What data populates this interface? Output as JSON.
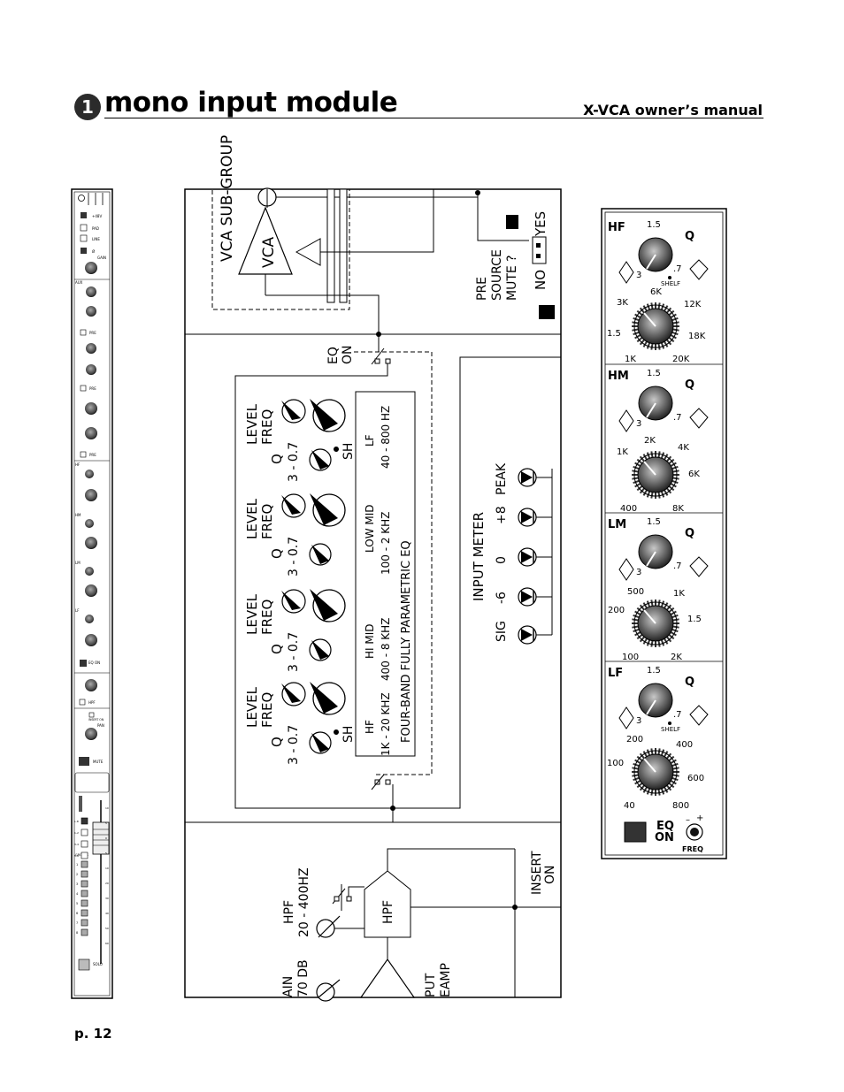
{
  "header": {
    "chapter_number": "1",
    "title": "mono input module",
    "manual_name": "X-VCA owner’s manual"
  },
  "footer": {
    "page_number": "p. 12"
  },
  "strip": {
    "top_buttons": [
      "+48V",
      "PAD",
      "LINE",
      "Ø"
    ],
    "gain_label": "GAIN",
    "aux_label": "AUX",
    "pre_label": "PRE",
    "eq_bands": [
      "HF",
      "HM",
      "LM",
      "LF"
    ],
    "eq_on": "EQ ON",
    "hpf": "HPF",
    "insert_on": "INSERT ON",
    "pan": "PAN",
    "mute": "MUTE",
    "solo": "SOLO",
    "group_label": "GROUPS",
    "groups": [
      "1",
      "2",
      "3",
      "4",
      "5",
      "6",
      "7",
      "8"
    ],
    "lr_labels": [
      "L-R",
      "1-2",
      "3-4",
      "5-6"
    ],
    "scale": [
      "10",
      "5",
      "0",
      "5",
      "10",
      "20",
      "30",
      "40",
      "50",
      "60"
    ]
  },
  "block": {
    "vca_sub": "VCA SUB-GROUP",
    "vca": "VCA",
    "pre_source_mute": [
      "PRE",
      "SOURCE",
      "MUTE ?"
    ],
    "no": "NO",
    "yes": "YES",
    "eq_on": [
      "EQ",
      "ON"
    ],
    "level_freq": [
      "LEVEL",
      "FREQ"
    ],
    "q_text": "Q",
    "q_range": "3 - 0.7",
    "sh": "SH",
    "bands": [
      {
        "name": "LF",
        "range": "40 - 800 HZ"
      },
      {
        "name": "LOW MID",
        "range": "100 - 2 KHZ"
      },
      {
        "name": "HI MID",
        "range": "400 - 8 KHZ"
      },
      {
        "name": "HF",
        "range": "1K - 20 KHZ"
      }
    ],
    "eq_title": "FOUR-BAND FULLY PARAMETRIC EQ",
    "input_meter": "INPUT METER",
    "meter_leds": [
      "PEAK",
      "+8",
      "0",
      "-6",
      "SIG"
    ],
    "insert_on": [
      "INSERT",
      "ON"
    ],
    "hpf_label": [
      "HPF",
      "20 - 400HZ"
    ],
    "hpf": "HPF",
    "gain_label": [
      "AIN",
      "70 DB"
    ],
    "preamp": [
      "PUT",
      "EAMP"
    ]
  },
  "eq_detail": {
    "bands": [
      {
        "name": "HF",
        "q_top": "1.5",
        "q_low": "3",
        "q_high": ".7",
        "shelf": "SHELF",
        "freq_labels": [
          "6K",
          "3K",
          "12K",
          "1.5",
          "18K",
          "1K",
          "20K"
        ]
      },
      {
        "name": "HM",
        "q_top": "1.5",
        "q_low": "3",
        "q_high": ".7",
        "shelf": "",
        "freq_labels": [
          "2K",
          "1K",
          "4K",
          "6K",
          "400",
          "8K"
        ]
      },
      {
        "name": "LM",
        "q_top": "1.5",
        "q_low": "3",
        "q_high": ".7",
        "shelf": "",
        "freq_labels": [
          "500",
          "1K",
          "200",
          "1.5",
          "100",
          "2K"
        ]
      },
      {
        "name": "LF",
        "q_top": "1.5",
        "q_low": "3",
        "q_high": ".7",
        "shelf": "SHELF",
        "freq_labels": [
          "200",
          "400",
          "100",
          "600",
          "40",
          "800"
        ]
      }
    ],
    "q_label": "Q",
    "eq_on": [
      "EQ",
      "ON"
    ],
    "freq": "FREQ",
    "minus": "–",
    "plus": "+"
  }
}
